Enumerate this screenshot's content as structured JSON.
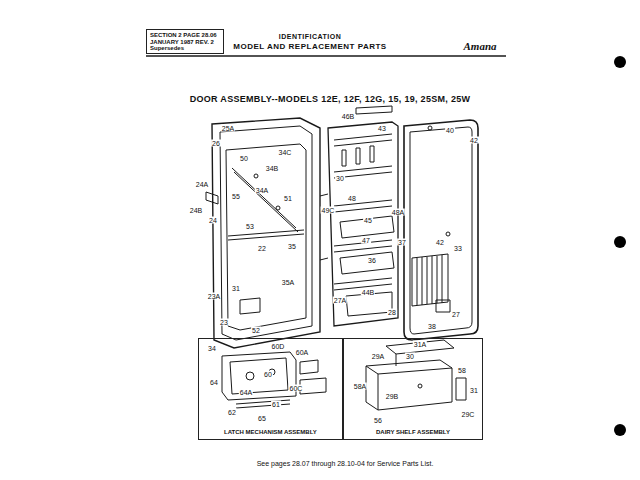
{
  "diagram": {
    "title": "DOOR ASSEMBLY--MODELS 12E, 12F, 12G, 15, 19, 25SM, 25W",
    "caption": "See pages 28.07 through 28.10-04 for Service Parts List.",
    "nodes": [
      {
        "text": [
          "SECTION 2 PAGE 28.06 JANUARY 1987 REV. 2 Supersedes"
        ]
      },
      {
        "text": [
          "LATCH MECHANISM ASSEMBLY"
        ]
      },
      {
        "text": [
          "DAIRY SHELF ASSEMBLY"
        ]
      }
    ],
    "labels": [
      "IDENTIFICATION",
      "MODEL AND REPLACEMENT PARTS",
      "Amana",
      "25A",
      "26",
      "50",
      "34C",
      "34B",
      "24A",
      "24B",
      "24",
      "55",
      "34A",
      "51",
      "53",
      "22",
      "35",
      "35A",
      "31",
      "23A",
      "23",
      "52",
      "46B",
      "43",
      "40",
      "42",
      "30",
      "49C",
      "48",
      "45",
      "48A",
      "47",
      "36",
      "37",
      "42",
      "33",
      "27A",
      "44B",
      "28",
      "27",
      "38",
      "34",
      "60D",
      "60A",
      "64",
      "60",
      "60C",
      "64A",
      "61",
      "62",
      "65",
      "31A",
      "30",
      "29A",
      "58",
      "58A",
      "31",
      "29B",
      "29C",
      "56"
    ]
  }
}
